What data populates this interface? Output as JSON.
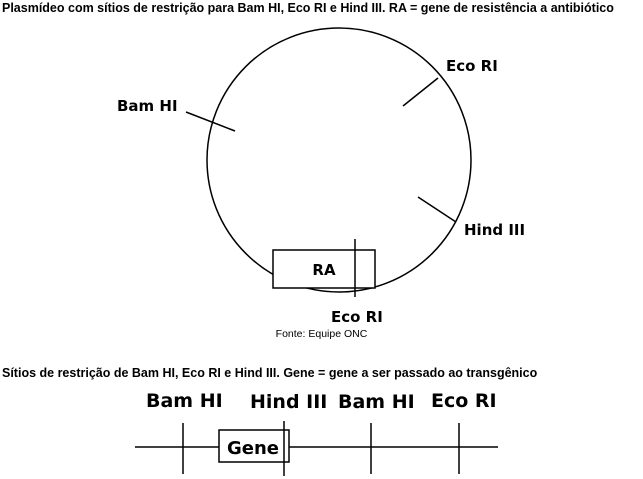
{
  "plasmid": {
    "caption": "Plasmídeo com sítios de restrição para Bam HI, Eco RI e Hind III. RA = gene de resistência a antibiótico",
    "labels": {
      "bam_hi": "Bam HI",
      "eco_ri_top": "Eco RI",
      "hind_iii": "Hind III",
      "ra": "RA",
      "eco_ri_bottom": "Eco RI"
    },
    "source": "Fonte: Equipe ONC"
  },
  "linear": {
    "caption": "Sítios de restrição de Bam HI, Eco RI e Hind III. Gene = gene a ser passado ao transgênico",
    "labels": {
      "bam_hi_1": "Bam HI",
      "hind_iii": "Hind III",
      "bam_hi_2": "Bam HI",
      "eco_ri": "Eco RI",
      "gene": "Gene"
    }
  }
}
